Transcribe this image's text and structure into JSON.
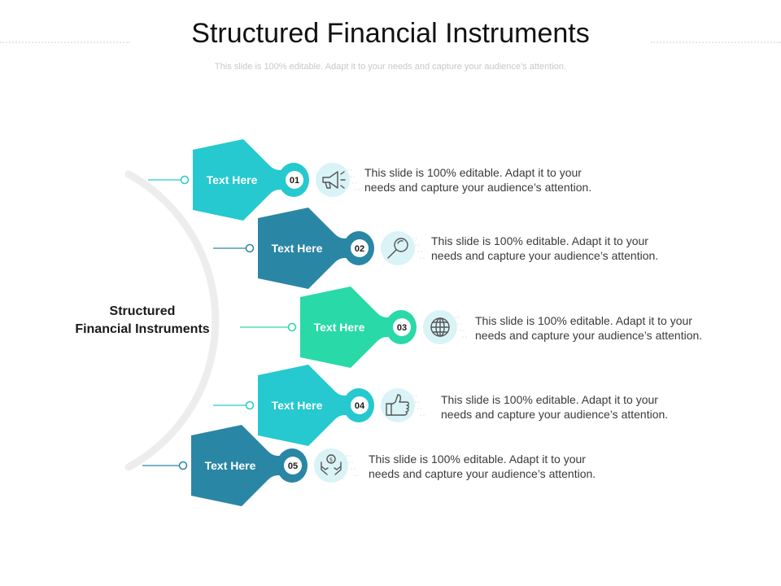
{
  "title": "Structured Financial Instruments",
  "subtitle": "This slide is 100% editable. Adapt it to your needs and capture your audience’s attention.",
  "center": {
    "line1": "Structured",
    "line2": "Financial Instruments"
  },
  "colors": {
    "cyan": "#25C9CF",
    "blue": "#2A86A5",
    "green": "#29D9A7",
    "circle": "#D9F3F6",
    "arc": "#EDEDED"
  },
  "items": [
    {
      "num": "01",
      "label": "Text Here",
      "icon": "megaphone-icon",
      "color": "cyan",
      "desc1": "This slide is 100% editable.  Adapt it to your",
      "desc2": "needs and capture your audience’s attention."
    },
    {
      "num": "02",
      "label": "Text Here",
      "icon": "magnifier-icon",
      "color": "blue",
      "desc1": "This slide is 100% editable.  Adapt it to your",
      "desc2": "needs and capture your audience’s attention."
    },
    {
      "num": "03",
      "label": "Text Here",
      "icon": "globe-icon",
      "color": "green",
      "desc1": "This slide is 100% editable.  Adapt it to your",
      "desc2": "needs and capture your audience’s attention."
    },
    {
      "num": "04",
      "label": "Text Here",
      "icon": "thumbs-up-icon",
      "color": "cyan",
      "desc1": "This slide is 100% editable.  Adapt it to your",
      "desc2": "needs and capture your audience’s attention."
    },
    {
      "num": "05",
      "label": "Text Here",
      "icon": "money-hands-icon",
      "color": "blue",
      "desc1": "This slide is 100% editable.  Adapt it to your",
      "desc2": "needs and capture your audience’s attention."
    }
  ]
}
